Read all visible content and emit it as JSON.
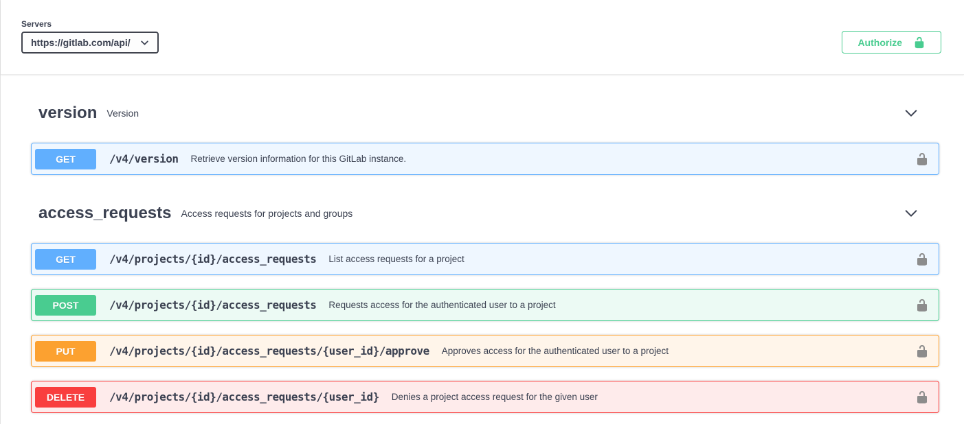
{
  "servers": {
    "label": "Servers",
    "selected": "https://gitlab.com/api/"
  },
  "authorize": {
    "label": "Authorize"
  },
  "colors": {
    "get": "#61affe",
    "post": "#49cc90",
    "put": "#fca130",
    "delete": "#f93e3e",
    "text": "#3b4151",
    "authorize_accent": "#49cc90",
    "row_lock": "#8c8c8c"
  },
  "sections": [
    {
      "title": "version",
      "description": "Version",
      "operations": [
        {
          "method": "GET",
          "path": "/v4/version",
          "summary": "Retrieve version information for this GitLab instance."
        }
      ]
    },
    {
      "title": "access_requests",
      "description": "Access requests for projects and groups",
      "operations": [
        {
          "method": "GET",
          "path": "/v4/projects/{id}/access_requests",
          "summary": "List access requests for a project"
        },
        {
          "method": "POST",
          "path": "/v4/projects/{id}/access_requests",
          "summary": "Requests access for the authenticated user to a project"
        },
        {
          "method": "PUT",
          "path": "/v4/projects/{id}/access_requests/{user_id}/approve",
          "summary": "Approves access for the authenticated user to a project"
        },
        {
          "method": "DELETE",
          "path": "/v4/projects/{id}/access_requests/{user_id}",
          "summary": "Denies a project access request for the given user"
        }
      ]
    }
  ]
}
